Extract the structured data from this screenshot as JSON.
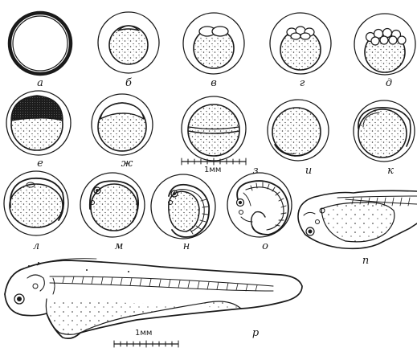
{
  "figure": {
    "stages": [
      {
        "id": "a",
        "label": "а"
      },
      {
        "id": "b",
        "label": "б"
      },
      {
        "id": "v",
        "label": "в"
      },
      {
        "id": "g",
        "label": "г"
      },
      {
        "id": "d",
        "label": "д"
      },
      {
        "id": "e",
        "label": "е"
      },
      {
        "id": "zh",
        "label": "ж"
      },
      {
        "id": "z",
        "label": "з"
      },
      {
        "id": "i",
        "label": "и"
      },
      {
        "id": "k",
        "label": "к"
      },
      {
        "id": "l",
        "label": "л"
      },
      {
        "id": "m",
        "label": "м"
      },
      {
        "id": "n",
        "label": "н"
      },
      {
        "id": "o",
        "label": "о"
      },
      {
        "id": "p",
        "label": "п"
      },
      {
        "id": "r",
        "label": "р"
      }
    ],
    "scale_bars": [
      {
        "label": "1мм"
      },
      {
        "label": "1мм"
      }
    ]
  }
}
